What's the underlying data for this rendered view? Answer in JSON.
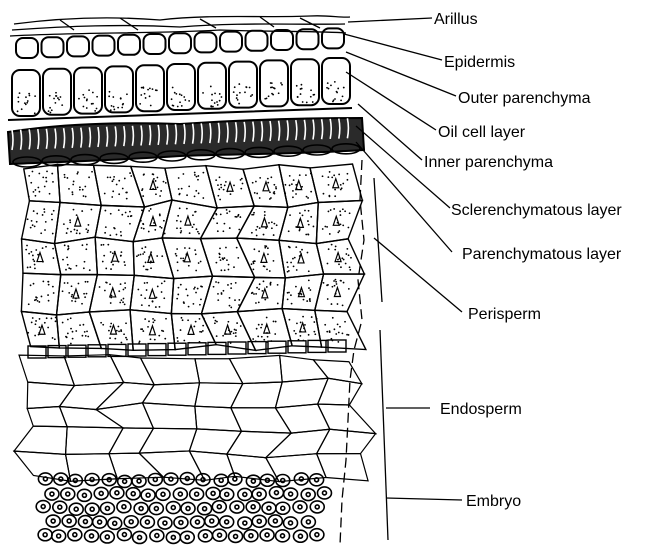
{
  "diagram": {
    "labels": [
      {
        "id": "arillus",
        "text": "Arillus"
      },
      {
        "id": "epidermis",
        "text": "Epidermis"
      },
      {
        "id": "outer-parenchyma",
        "text": "Outer parenchyma"
      },
      {
        "id": "oil-cell-layer",
        "text": "Oil cell layer"
      },
      {
        "id": "inner-parenchyma",
        "text": "Inner parenchyma"
      },
      {
        "id": "sclerenchymatous-layer",
        "text": "Sclerenchymatous layer"
      },
      {
        "id": "parenchymatous-layer",
        "text": "Parenchymatous layer"
      },
      {
        "id": "perisperm",
        "text": "Perisperm"
      },
      {
        "id": "endosperm",
        "text": "Endosperm"
      },
      {
        "id": "embryo",
        "text": "Embryo"
      }
    ],
    "colors": {
      "ink": "#000000",
      "background": "#ffffff"
    }
  }
}
